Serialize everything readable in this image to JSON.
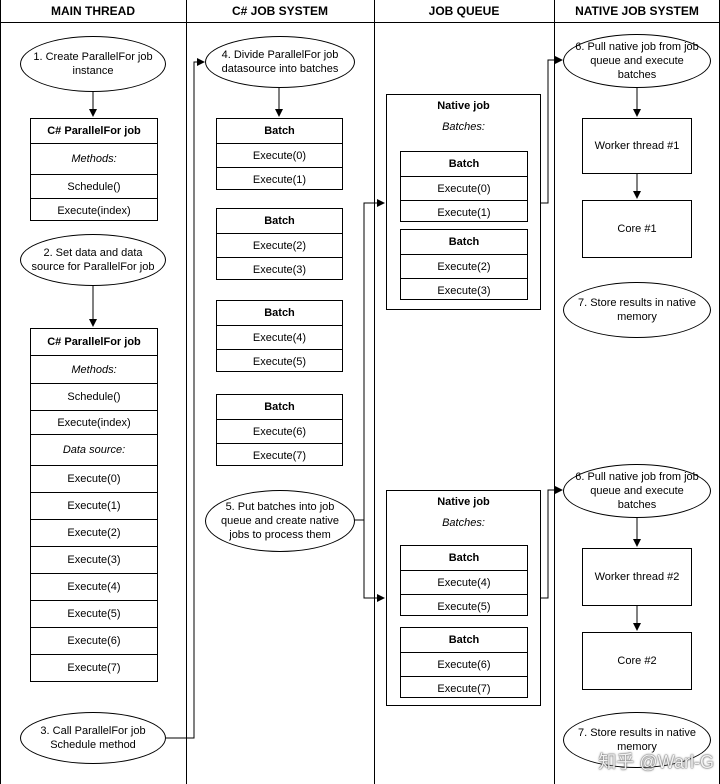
{
  "lanes": [
    "MAIN THREAD",
    "C# JOB SYSTEM",
    "JOB QUEUE",
    "NATIVE JOB SYSTEM"
  ],
  "main": {
    "step1": "1. Create ParallelFor job instance",
    "class1": {
      "title": "C# ParallelFor job",
      "methods_label": "Methods:",
      "items": [
        "Schedule()",
        "Execute(index)"
      ]
    },
    "step2": "2. Set data and data source for ParallelFor job",
    "class2": {
      "title": "C# ParallelFor job",
      "methods_label": "Methods:",
      "items": [
        "Schedule()",
        "Execute(index)"
      ],
      "datasource_label": "Data source:",
      "data_items": [
        "Execute(0)",
        "Execute(1)",
        "Execute(2)",
        "Execute(3)",
        "Execute(4)",
        "Execute(5)",
        "Execute(6)",
        "Execute(7)"
      ]
    },
    "step3": "3. Call ParallelFor job Schedule method"
  },
  "csjob": {
    "step4": "4. Divide ParallelFor job datasource into batches",
    "batches": [
      {
        "title": "Batch",
        "items": [
          "Execute(0)",
          "Execute(1)"
        ]
      },
      {
        "title": "Batch",
        "items": [
          "Execute(2)",
          "Execute(3)"
        ]
      },
      {
        "title": "Batch",
        "items": [
          "Execute(4)",
          "Execute(5)"
        ]
      },
      {
        "title": "Batch",
        "items": [
          "Execute(6)",
          "Execute(7)"
        ]
      }
    ],
    "step5": "5. Put batches into job queue and create native jobs to process them"
  },
  "queue": {
    "jobs": [
      {
        "title": "Native job",
        "batches_label": "Batches:",
        "batches": [
          {
            "title": "Batch",
            "items": [
              "Execute(0)",
              "Execute(1)"
            ]
          },
          {
            "title": "Batch",
            "items": [
              "Execute(2)",
              "Execute(3)"
            ]
          }
        ]
      },
      {
        "title": "Native job",
        "batches_label": "Batches:",
        "batches": [
          {
            "title": "Batch",
            "items": [
              "Execute(4)",
              "Execute(5)"
            ]
          },
          {
            "title": "Batch",
            "items": [
              "Execute(6)",
              "Execute(7)"
            ]
          }
        ]
      }
    ]
  },
  "native": {
    "step6a": "6. Pull native job from job queue and execute batches",
    "worker1": "Worker thread #1",
    "core1": "Core #1",
    "step7a": "7. Store results in native memory",
    "step6b": "6. Pull native job from job queue and execute batches",
    "worker2": "Worker thread #2",
    "core2": "Core #2",
    "step7b": "7. Store results in native memory"
  },
  "watermark": "知乎 @Warl-G"
}
